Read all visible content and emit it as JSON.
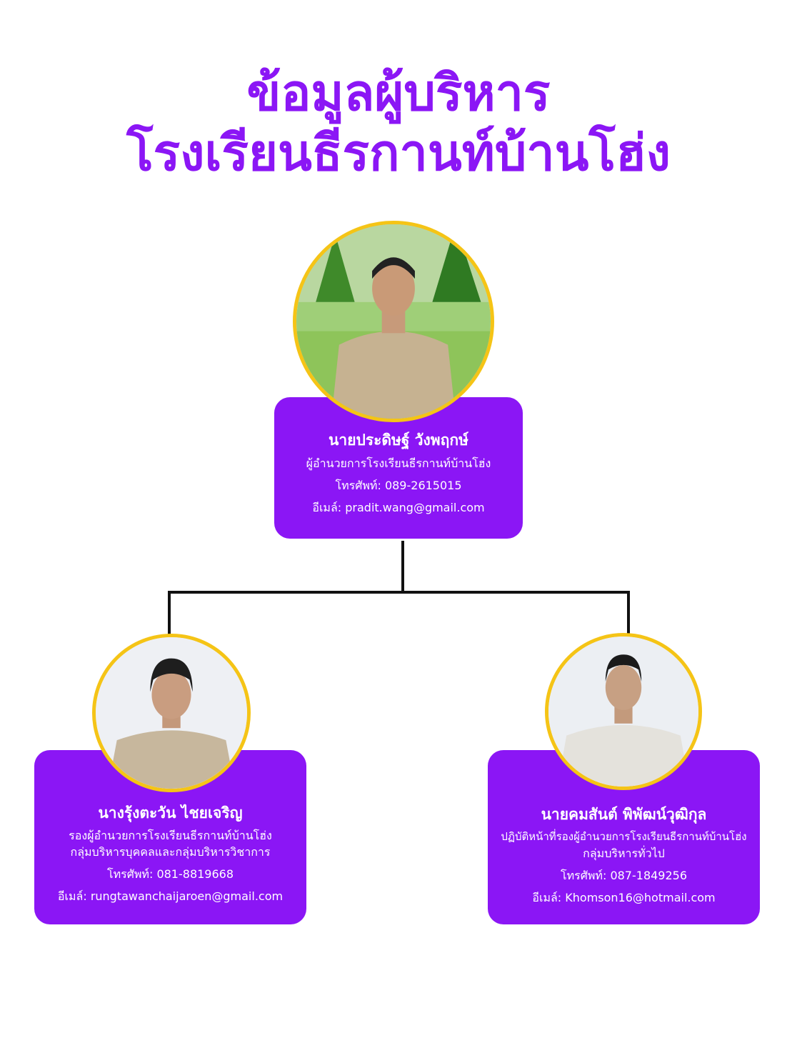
{
  "title": {
    "line1": "ข้อมูลผู้บริหาร",
    "line2": "โรงเรียนธีรกานท์บ้านโฮ่ง"
  },
  "director": {
    "name": "นายประดิษฐ์  วังพฤกษ์",
    "role": "ผู้อำนวยการโรงเรียนธีรกานท์บ้านโฮ่ง",
    "phone": "โทรศัพท์: 089-2615015",
    "email": "อีเมล์: pradit.wang@gmail.com"
  },
  "deputy_left": {
    "name": "นางรุ้งตะวัน ไชยเจริญ",
    "role_line1": "รองผู้อำนวยการโรงเรียนธีรกานท์บ้านโฮ่ง",
    "role_line2": "กลุ่มบริหารบุคคลและกลุ่มบริหารวิชาการ",
    "phone": "โทรศัพท์: 081-8819668",
    "email": "อีเมล์: rungtawanchaijaroen@gmail.com"
  },
  "deputy_right": {
    "name": "นายคมสันต์ พิพัฒน์วุฒิกุล",
    "role_line1": "ปฏิบัติหน้าที่รองผู้อำนวยการโรงเรียนธีรกานท์บ้านโฮ่ง",
    "role_line2": "กลุ่มบริหารทั่วไป",
    "phone": "โทรศัพท์: 087-1849256",
    "email": "อีเมล์: Khomson16@hotmail.com"
  },
  "colors": {
    "accent": "#8b16f5",
    "ring": "#f5c416",
    "connector": "#111111"
  }
}
